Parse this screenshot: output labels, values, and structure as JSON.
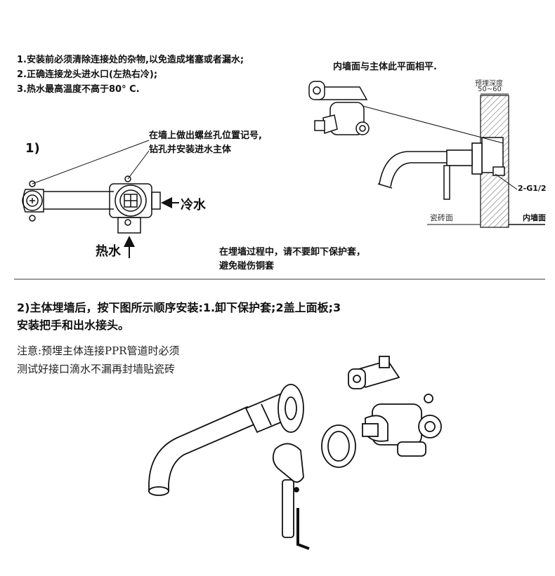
{
  "intro": {
    "line1": "1.安装前必须清除连接处的杂物,以免造成堵塞或者漏水;",
    "line2": "2.正确连接龙头进水口(左热右冷);",
    "line3": "3.热水最高温度不高于80° C."
  },
  "step1": {
    "number": "1)",
    "mark_note_1": "在墙上做出螺丝孔位置记号,",
    "mark_note_2": "钻孔并安装进水主体",
    "cold_label": "冷水",
    "hot_label": "热水",
    "warning_1": "在埋墙过程中，请不要卸下保护套，",
    "warning_2": "避免碰伤铜套"
  },
  "section": {
    "flush_label": "内墙面与主体此平面相平.",
    "depth_label": "预埋深度",
    "depth_value": "50~60",
    "thread_label": "2-G1/2",
    "tile_label": "瓷砖面",
    "inner_wall_label": "内墙面"
  },
  "step2": {
    "line1": "2)主体埋墙后，按下图所示顺序安装:1.卸下保护套;2盖上面板;3",
    "line2": "安装把手和出水接头。",
    "caution_1": "注意:预埋主体连接PPR管道时必须",
    "caution_2": "测试好接口滴水不漏再封墙贴瓷砖"
  }
}
